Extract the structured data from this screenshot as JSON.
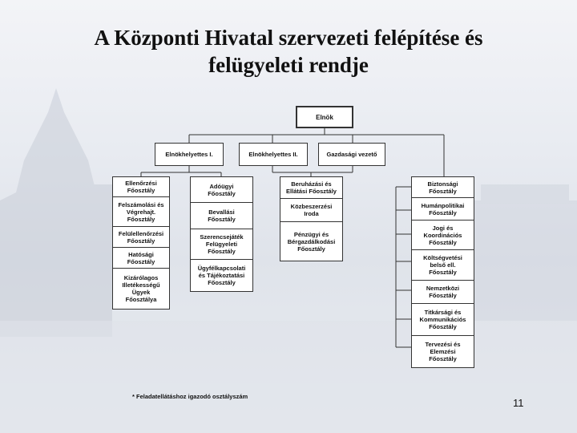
{
  "title": {
    "line1": "A Központi Hivatal szervezeti felépítése és",
    "line2": "felügyeleti rendje"
  },
  "org": {
    "top": "Elnök",
    "deputies": [
      "Elnökhelyettes I.",
      "Elnökhelyettes II.",
      "Gazdasági vezető"
    ],
    "col1": [
      "Ellenőrzési\nFőosztály",
      "Felszámolási és\nVégrehajt.\nFőosztály",
      "Felülellenőrzési\nFőosztály",
      "Hatósági\nFőosztály",
      "Kizárólagos\nIlletékességű\nÜgyek\nFőosztálya"
    ],
    "col2": [
      "Adóügyi\nFőosztály",
      "Bevallási\nFőosztály",
      "Szerencsejáték\nFelügyeleti\nFőosztály",
      "Ügyfélkapcsolati\nés Tájékoztatási\nFőosztály"
    ],
    "col3": [
      "Beruházási és\nEllátási Főosztály",
      "Közbeszerzési\nIroda",
      "Pénzügyi és\nBérgazdálkodási\nFőosztály"
    ],
    "col4": [
      "Biztonsági\nFőosztály",
      "Humánpolitikai\nFőosztály",
      "Jogi és\nKoordinációs\nFőosztály",
      "Költségvetési\nbelső ell.\nFőosztály",
      "Nemzetközi\nFőosztály",
      "Titkársági és\nKommunikációs\nFőosztály",
      "Tervezési és\nElemzési\nFőosztály"
    ]
  },
  "footnote": "* Feladatellátáshoz igazodó osztályszám",
  "page_number": "11"
}
